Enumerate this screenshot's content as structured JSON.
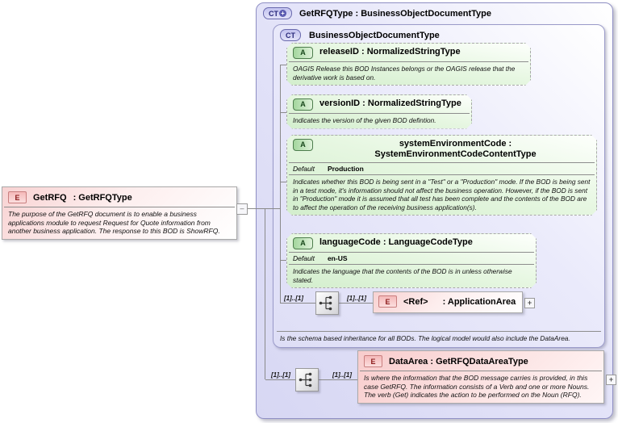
{
  "diagram": {
    "source_element": {
      "badge": "E",
      "name": "GetRFQ",
      "type": ": GetRFQType",
      "annotation": "The purpose of the GetRFQ document is to enable a business applications module to request Request for Quote information from another business application. The response to this BOD is ShowRFQ."
    },
    "collapse_label": "–",
    "outer_type": {
      "badge": "CT",
      "badge_plus": "+",
      "title": "GetRFQType : BusinessObjectDocumentType"
    },
    "base_type": {
      "badge": "CT",
      "title": "BusinessObjectDocumentType",
      "annotation": "Is the schema based inheritance for all BODs. The logical model would also include the DataArea."
    },
    "attributes": [
      {
        "badge": "A",
        "name": "releaseID : NormalizedStringType",
        "annotation": "OAGIS Release this BOD Instances belongs or the OAGIS release that the derivative work is based on."
      },
      {
        "badge": "A",
        "name": "versionID : NormalizedStringType",
        "annotation": "Indicates the version of the given BOD defintion."
      },
      {
        "badge": "A",
        "name": "systemEnvironmentCode : SystemEnvironmentCodeContentType",
        "default_label": "Default",
        "default_value": "Production",
        "annotation": "Indicates whether this BOD is being sent in a \"Test\" or a \"Production\" mode. If the BOD is being sent in a test mode, it's information should not affect the business operation. However, if the BOD is sent in \"Production\" mode it is assumed that all test has been complete and the contents of the BOD are to affect the operation of the receiving business application(s)."
      },
      {
        "badge": "A",
        "name": "languageCode : LanguageCodeType",
        "default_label": "Default",
        "default_value": "en-US",
        "annotation": "Indicates the language that the contents of the BOD is in unless otherwise stated."
      }
    ],
    "application_area": {
      "cardinality_left": "[1]..[1]",
      "cardinality_right": "[1]..[1]",
      "badge": "E",
      "name": "<Ref>",
      "type": ": ApplicationArea",
      "expand_label": "+"
    },
    "data_area": {
      "cardinality_left": "[1]..[1]",
      "cardinality_right": "[1]..[1]",
      "badge": "E",
      "title": "DataArea : GetRFQDataAreaType",
      "annotation": "Is where the information that the BOD message carries is provided, in this case GetRFQ. The information consists of a Verb and one or more Nouns. The verb (Get) indicates the action to be performed on the Noun (RFQ).",
      "expand_label": "+"
    },
    "colors": {
      "lavender": "#dcdcf5",
      "attribute_green": "#d5efcf",
      "element_pink": "#f8d2d2",
      "container_border": "#8f8fc4",
      "line": "#8a8a8a"
    }
  }
}
